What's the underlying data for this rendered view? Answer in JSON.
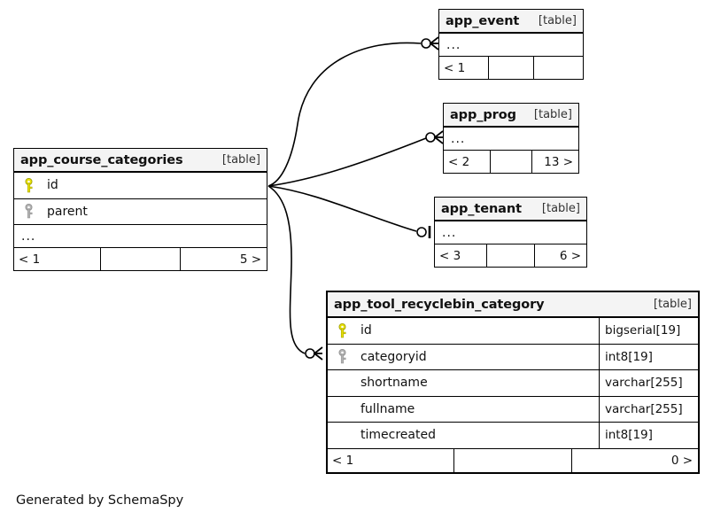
{
  "diagram": {
    "caption": "Generated by SchemaSpy",
    "kind_label": "[table]",
    "ellipsis": "...",
    "colors": {
      "primary_key_icon": "#e8e000",
      "foreign_key_icon": "#b3b3b3",
      "header_background": "#f4f4f4",
      "border": "#000000",
      "background": "#ffffff"
    },
    "tables": [
      {
        "id": "app_course_categories",
        "name": "app_course_categories",
        "kind": "[table]",
        "columns": [
          {
            "name": "id",
            "key": "primary",
            "type": ""
          },
          {
            "name": "parent",
            "key": "foreign",
            "type": ""
          }
        ],
        "has_ellipsis_row": true,
        "footer": {
          "left": "< 1",
          "middle": "",
          "right": "5 >"
        }
      },
      {
        "id": "app_event",
        "name": "app_event",
        "kind": "[table]",
        "columns": [],
        "has_ellipsis_row": true,
        "footer": {
          "left": "< 1",
          "middle": "",
          "right": ""
        }
      },
      {
        "id": "app_prog",
        "name": "app_prog",
        "kind": "[table]",
        "columns": [],
        "has_ellipsis_row": true,
        "footer": {
          "left": "< 2",
          "middle": "",
          "right": "13 >"
        }
      },
      {
        "id": "app_tenant",
        "name": "app_tenant",
        "kind": "[table]",
        "columns": [],
        "has_ellipsis_row": true,
        "footer": {
          "left": "< 3",
          "middle": "",
          "right": "6 >"
        }
      },
      {
        "id": "app_tool_recyclebin_category",
        "name": "app_tool_recyclebin_category",
        "kind": "[table]",
        "columns": [
          {
            "name": "id",
            "key": "primary",
            "type": "bigserial[19]"
          },
          {
            "name": "categoryid",
            "key": "foreign",
            "type": "int8[19]"
          },
          {
            "name": "shortname",
            "key": "none",
            "type": "varchar[255]"
          },
          {
            "name": "fullname",
            "key": "none",
            "type": "varchar[255]"
          },
          {
            "name": "timecreated",
            "key": "none",
            "type": "int8[19]"
          }
        ],
        "has_ellipsis_row": false,
        "footer": {
          "left": "< 1",
          "middle": "",
          "right": "0 >"
        }
      }
    ],
    "relationships": [
      {
        "from": "app_course_categories",
        "to": "app_event",
        "end_marker": "zero-or-many"
      },
      {
        "from": "app_course_categories",
        "to": "app_prog",
        "end_marker": "zero-or-many"
      },
      {
        "from": "app_course_categories",
        "to": "app_tenant",
        "end_marker": "zero-or-one"
      },
      {
        "from": "app_course_categories",
        "to": "app_tool_recyclebin_category",
        "end_marker": "zero-or-many"
      }
    ]
  }
}
